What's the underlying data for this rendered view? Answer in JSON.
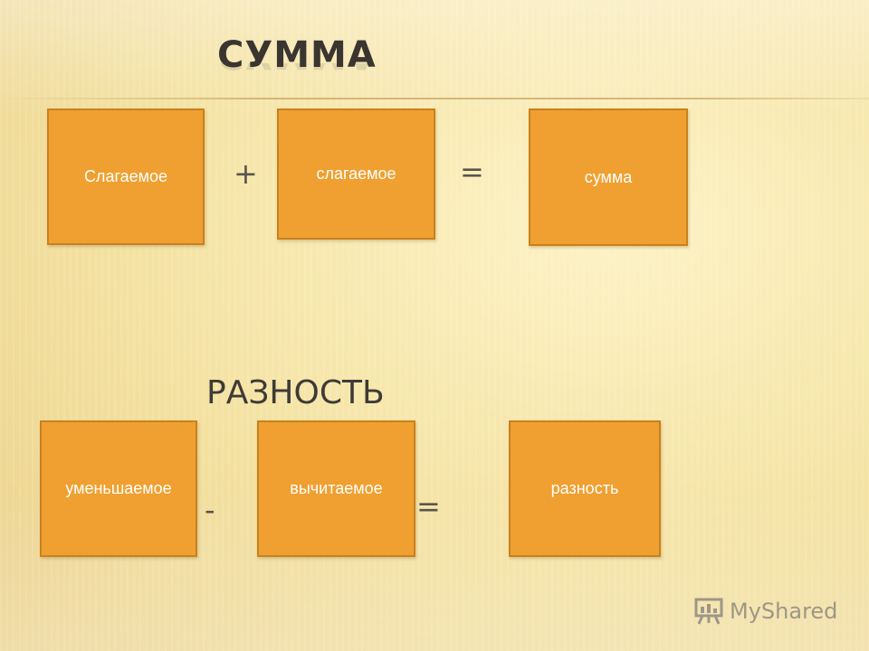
{
  "sum": {
    "title": "СУММА",
    "boxes": [
      "Слагаемое",
      "слагаемое",
      "сумма"
    ],
    "plus": "+",
    "equals": "="
  },
  "difference": {
    "title": "РАЗНОСТЬ",
    "boxes": [
      "уменьшаемое",
      "вычитаемое",
      "разность"
    ],
    "minus": "-",
    "equals": "="
  },
  "watermark": {
    "text": "MyShared",
    "icon": "presentation-board-icon"
  },
  "colors": {
    "box_fill": "#f0a030",
    "box_border": "#c9811e",
    "box_text": "#ffffff",
    "background": "#f4e4a8"
  }
}
